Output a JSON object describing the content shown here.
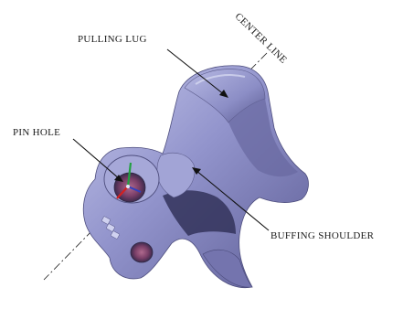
{
  "figure": {
    "labels": {
      "pulling_lug": "PULLING LUG",
      "center_line": "CENTER LINE",
      "pin_hole": "PIN HOLE",
      "buffing_shoulder": "BUFFING SHOULDER"
    },
    "colors": {
      "body": "#8c8cc4",
      "body_light": "#b4b6e0",
      "body_dark": "#3a3a66",
      "hole_inner": "#8a4a72",
      "axis_red": "#d42020",
      "axis_green": "#22a040",
      "axis_blue": "#3040c0",
      "ink": "#1a1a1a"
    }
  }
}
